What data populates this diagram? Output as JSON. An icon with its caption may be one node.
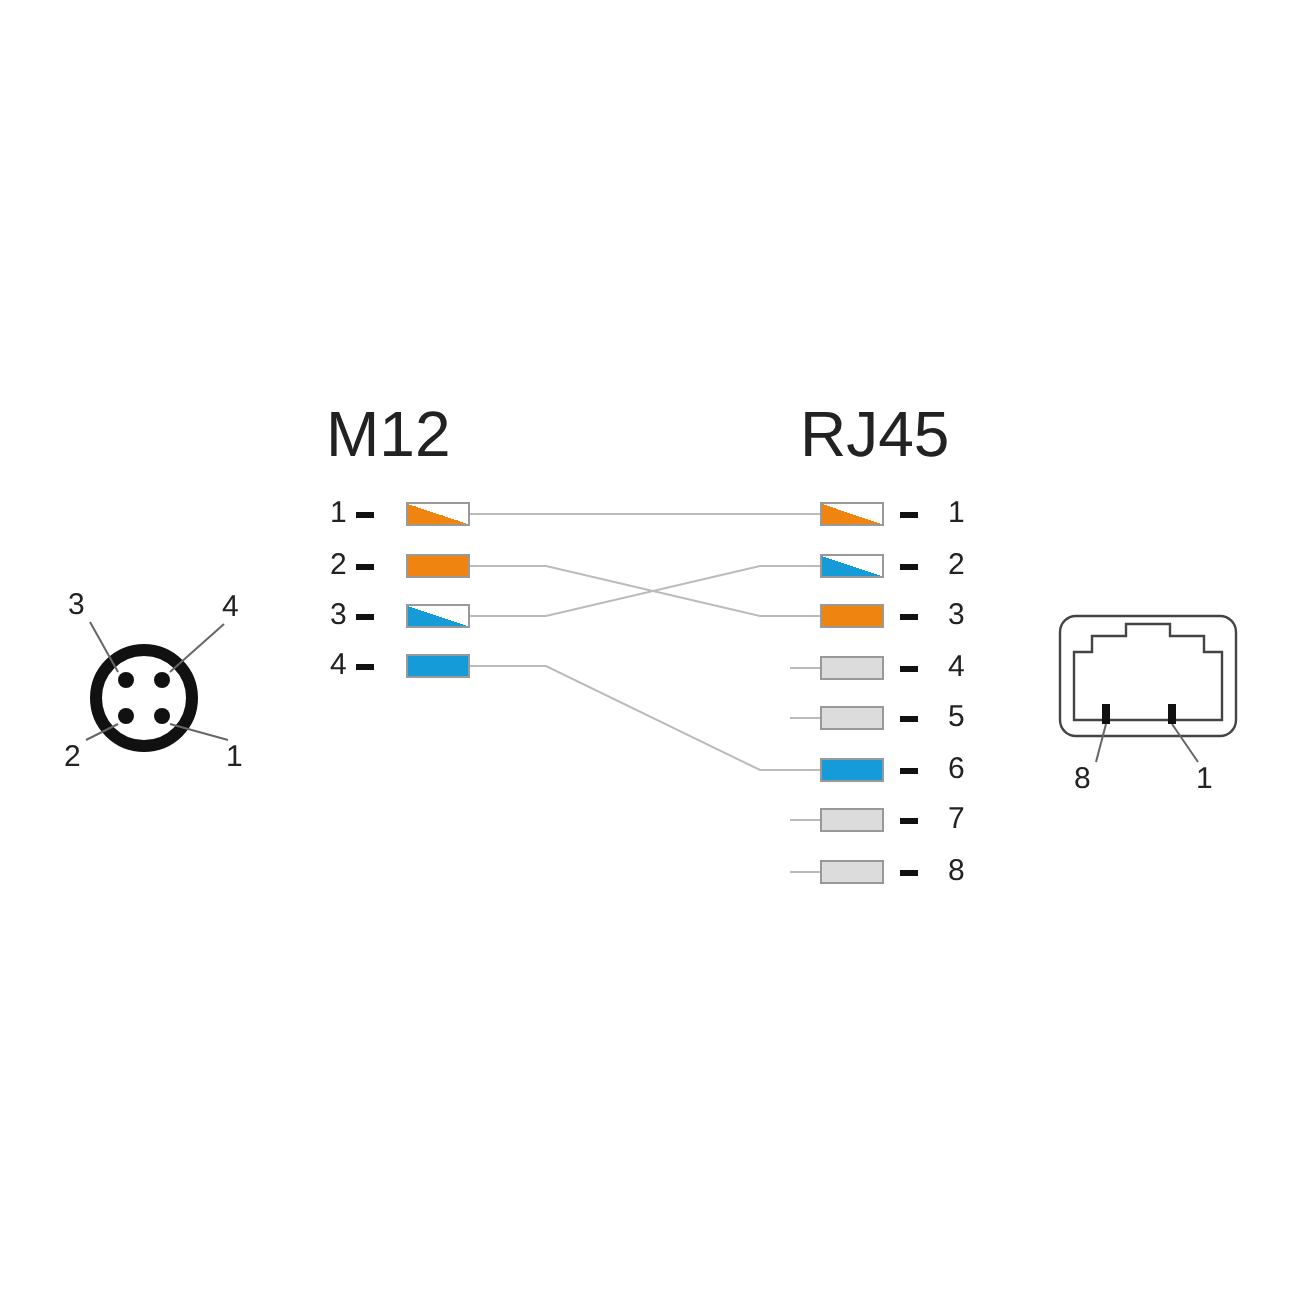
{
  "diagram": {
    "nodes": [
      {
        "text": [
          "3"
        ]
      },
      {
        "text": [
          "4"
        ]
      },
      {
        "text": [],
        "shape": "circle"
      },
      {
        "text": [],
        "shape": "circle"
      },
      {
        "text": [],
        "shape": "circle"
      },
      {
        "text": [],
        "shape": "circle"
      },
      {
        "text": [
          "2"
        ]
      },
      {
        "text": [
          "1"
        ]
      },
      {
        "text": [],
        "shape": "box",
        "beside": [
          "1"
        ]
      },
      {
        "text": [],
        "shape": "box",
        "beside": [
          "2"
        ]
      },
      {
        "text": [],
        "shape": "box",
        "beside": [
          "3"
        ]
      },
      {
        "text": [],
        "shape": "box",
        "beside": [
          "4"
        ]
      },
      {
        "text": [],
        "shape": "box",
        "beside": [
          "1"
        ]
      },
      {
        "text": [],
        "shape": "box",
        "beside": [
          "2"
        ]
      },
      {
        "text": [],
        "shape": "box",
        "beside": [
          "3"
        ]
      },
      {
        "text": [],
        "shape": "box",
        "beside": [
          "4"
        ]
      },
      {
        "text": [],
        "shape": "box",
        "beside": [
          "5"
        ]
      },
      {
        "text": [],
        "shape": "box",
        "beside": [
          "6"
        ]
      },
      {
        "text": [],
        "shape": "box",
        "beside": [
          "7"
        ]
      },
      {
        "text": [],
        "shape": "box",
        "beside": [
          "8"
        ]
      },
      {
        "text": [],
        "shape": "bar"
      },
      {
        "text": [],
        "shape": "bar"
      },
      {
        "text": [
          "8"
        ]
      },
      {
        "text": [
          "1"
        ]
      }
    ],
    "edges": [
      {
        "from": 0,
        "to": 2,
        "arrow": "none"
      },
      {
        "from": 1,
        "to": 3,
        "arrow": "none"
      },
      {
        "from": 6,
        "to": 4,
        "arrow": "none"
      },
      {
        "from": 7,
        "to": 5,
        "arrow": "none"
      },
      {
        "from": 8,
        "to": 12,
        "arrow": "none"
      },
      {
        "from": 9,
        "to": 14,
        "arrow": "none"
      },
      {
        "from": 10,
        "to": 13,
        "arrow": "none"
      },
      {
        "from": 11,
        "to": 17,
        "arrow": "none"
      },
      {
        "from": null,
        "to": 15,
        "arrow": "none"
      },
      {
        "from": null,
        "to": 16,
        "arrow": "none"
      },
      {
        "from": null,
        "to": 18,
        "arrow": "none"
      },
      {
        "from": null,
        "to": 19,
        "arrow": "none"
      },
      {
        "from": 22,
        "to": 20,
        "arrow": "none"
      },
      {
        "from": 23,
        "to": 21,
        "arrow": "none"
      }
    ],
    "labels": [
      "M12",
      "RJ45"
    ]
  }
}
